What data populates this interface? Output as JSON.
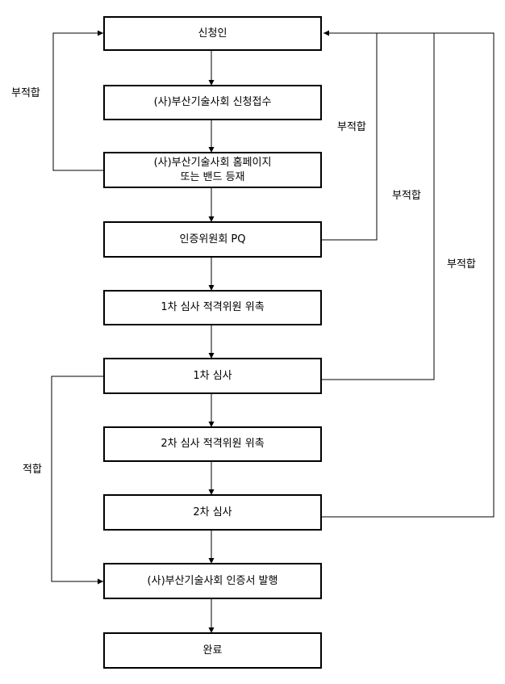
{
  "nodes": {
    "applicant": "신청인",
    "reception": "(사)부산기술사회 신청접수",
    "posting_line1": "(사)부산기술사회 홈페이지",
    "posting_line2": "또는 밴드 등재",
    "pq": "인증위원회 PQ",
    "round1_commission": "1차 심사 적격위원 위촉",
    "round1_review": "1차 심사",
    "round2_commission": "2차 심사 적격위원 위촉",
    "round2_review": "2차 심사",
    "issuance": "(사)부산기술사회 인증서 발행",
    "complete": "완료"
  },
  "edge_labels": {
    "posting_unsuitable": "부적합",
    "pq_unsuitable": "부적합",
    "round1_unsuitable": "부적합",
    "round2_unsuitable": "부적합",
    "round1_suitable": "적합"
  }
}
